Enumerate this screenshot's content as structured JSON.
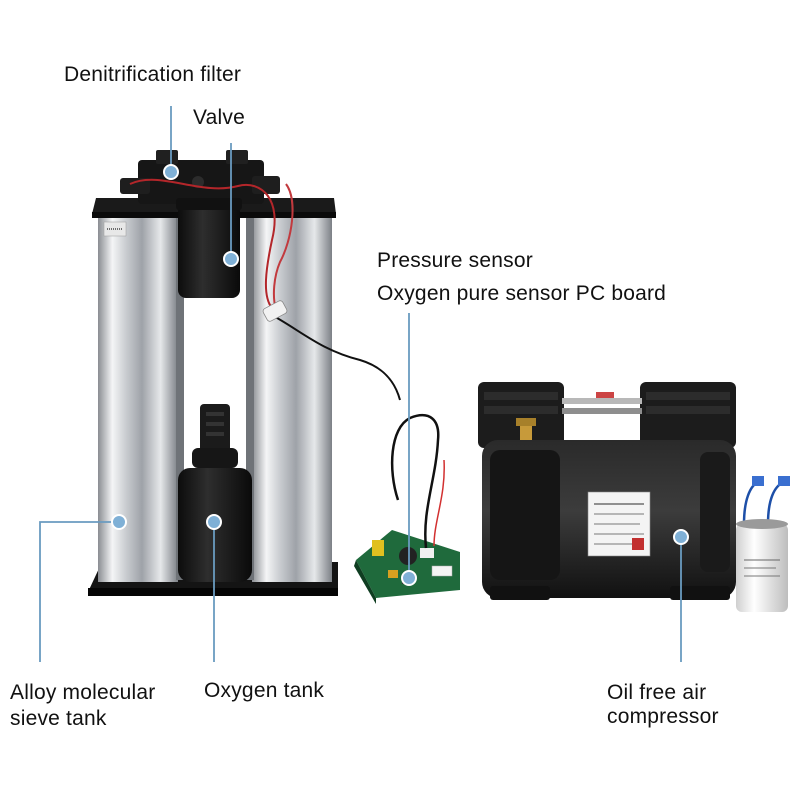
{
  "colors": {
    "leader_line": "#6a9bc0",
    "marker_fill": "#7fb0d6",
    "marker_stroke": "#ffffff",
    "label_text": "#111111",
    "background": "#ffffff"
  },
  "labels": {
    "denitrification_filter": "Denitrification filter",
    "valve": "Valve",
    "pressure_sensor": "Pressure sensor",
    "oxygen_sensor_board": "Oxygen pure sensor PC board",
    "alloy_tank_line1": "Alloy molecular",
    "alloy_tank_line2": "sieve tank",
    "oxygen_tank": "Oxygen tank",
    "compressor_line1": "Oil free air",
    "compressor_line2": "compressor"
  },
  "illustration": {
    "capacitor_icon": "capacitor-icon",
    "pcb_icon": "pcb-icon",
    "compressor_icon": "compressor-icon",
    "sieve_tank_icon": "cylinder-tank-icon",
    "oxygen_tank_icon": "oxygen-tank-icon"
  }
}
